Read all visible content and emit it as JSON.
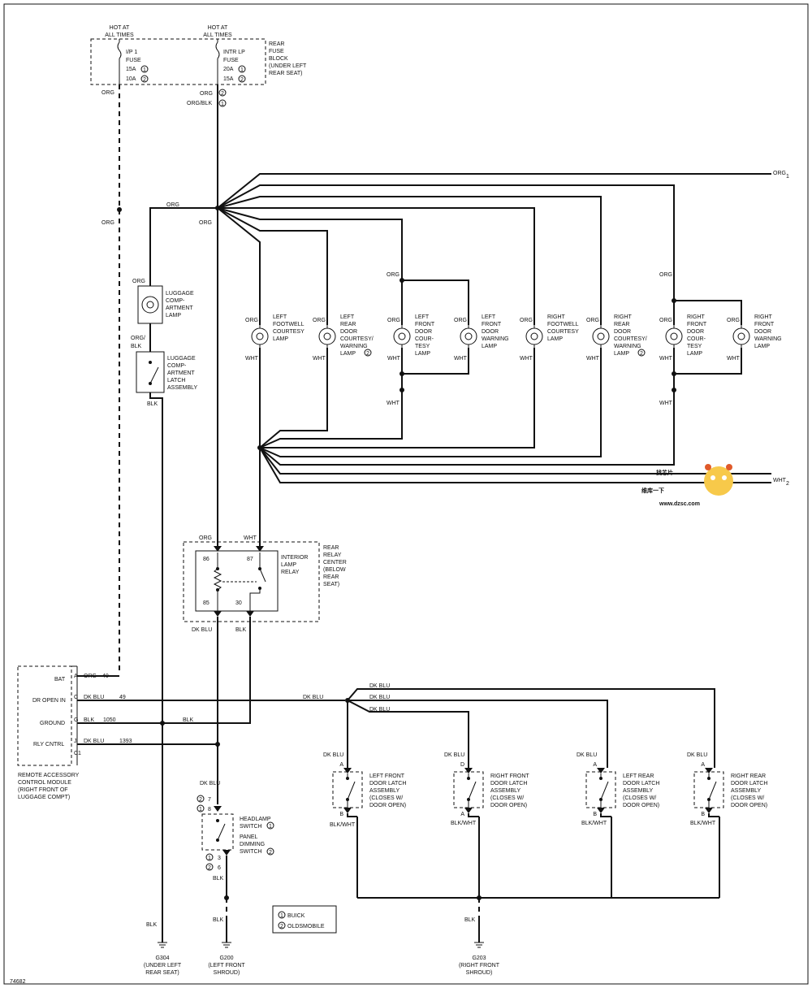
{
  "fuse_block": {
    "hot1": [
      "HOT AT",
      "ALL TIMES"
    ],
    "hot2": [
      "HOT AT",
      "ALL TIMES"
    ],
    "fuse1": [
      "I/P 1",
      "FUSE",
      "15A",
      "10A"
    ],
    "fuse2": [
      "INTR LP",
      "FUSE",
      "20A",
      "15A"
    ],
    "block": [
      "REAR",
      "FUSE",
      "BLOCK",
      "(UNDER LEFT",
      "REAR SEAT)"
    ]
  },
  "wires": {
    "org": "ORG",
    "org_blk": "ORG/BLK",
    "wht": "WHT",
    "blk": "BLK",
    "dk_blu": "DK BLU",
    "blk_wht": "BLK/WHT",
    "org_blk_split": [
      "ORG/",
      "BLK"
    ]
  },
  "refs": {
    "r1": "1",
    "r2": "2"
  },
  "luggage_lamp": [
    "LUGGAGE",
    "COMP-",
    "ARTMENT",
    "LAMP"
  ],
  "luggage_latch": [
    "LUGGAGE",
    "COMP-",
    "ARTMENT",
    "LATCH",
    "ASSEMBLY"
  ],
  "lamps": [
    {
      "label": [
        "LEFT",
        "FOOTWELL",
        "COURTESY",
        "LAMP"
      ]
    },
    {
      "label": [
        "LEFT",
        "REAR",
        "DOOR",
        "COURTESY/",
        "WARNING",
        "LAMP"
      ]
    },
    {
      "label": [
        "LEFT",
        "FRONT",
        "DOOR",
        "COUR-",
        "TESY",
        "LAMP"
      ]
    },
    {
      "label": [
        "LEFT",
        "FRONT",
        "DOOR",
        "WARNING",
        "LAMP"
      ]
    },
    {
      "label": [
        "RIGHT",
        "FOOTWELL",
        "COURTESY",
        "LAMP"
      ]
    },
    {
      "label": [
        "RIGHT",
        "REAR",
        "DOOR",
        "COURTESY/",
        "WARNING",
        "LAMP"
      ]
    },
    {
      "label": [
        "RIGHT",
        "FRONT",
        "DOOR",
        "COUR-",
        "TESY",
        "LAMP"
      ]
    },
    {
      "label": [
        "RIGHT",
        "FRONT",
        "DOOR",
        "WARNING",
        "LAMP"
      ]
    }
  ],
  "relay": {
    "label": [
      "INTERIOR",
      "LAMP",
      "RELAY"
    ],
    "center": [
      "REAR",
      "RELAY",
      "CENTER",
      "(BELOW",
      "REAR",
      "SEAT)"
    ],
    "pins": [
      "86",
      "87",
      "85",
      "30"
    ]
  },
  "module": {
    "pins": [
      {
        "name": "BAT",
        "pin": "A",
        "wire": "ORG",
        "circuit": "40"
      },
      {
        "name": "DR OPEN IN",
        "pin": "C",
        "wire": "DK BLU",
        "circuit": "49"
      },
      {
        "name": "GROUND",
        "pin": "G",
        "wire": "BLK",
        "circuit": "1050"
      },
      {
        "name": "RLY CNTRL",
        "pin": "J",
        "wire": "DK BLU",
        "circuit": "1393"
      }
    ],
    "connector": "C1",
    "label": [
      "REMOTE ACCESSORY",
      "CONTROL MODULE",
      "(RIGHT FRONT OF",
      "LUGGAGE COMPT)"
    ]
  },
  "headlamp": {
    "label1": [
      "HEADLAMP",
      "SWITCH"
    ],
    "label2": [
      "PANEL",
      "DIMMING",
      "SWITCH"
    ],
    "pins": [
      "7",
      "8",
      "3",
      "6"
    ]
  },
  "latches": [
    {
      "label": [
        "LEFT FRONT",
        "DOOR LATCH",
        "ASSEMBLY",
        "(CLOSES W/",
        "DOOR OPEN)"
      ],
      "top": "A",
      "bottom": "B"
    },
    {
      "label": [
        "RIGHT FRONT",
        "DOOR LATCH",
        "ASSEMBLY",
        "(CLOSES W/",
        "DOOR OPEN)"
      ],
      "top": "D",
      "bottom": "A"
    },
    {
      "label": [
        "LEFT REAR",
        "DOOR LATCH",
        "ASSEMBLY",
        "(CLOSES W/",
        "DOOR OPEN)"
      ],
      "top": "A",
      "bottom": "B"
    },
    {
      "label": [
        "RIGHT REAR",
        "DOOR LATCH",
        "ASSEMBLY",
        "(CLOSES W/",
        "DOOR OPEN)"
      ],
      "top": "A",
      "bottom": "B"
    }
  ],
  "grounds": [
    {
      "id": "G304",
      "loc": [
        "(UNDER LEFT",
        "REAR SEAT)"
      ]
    },
    {
      "id": "G200",
      "loc": [
        "(LEFT FRONT",
        "SHROUD)"
      ]
    },
    {
      "id": "G203",
      "loc": [
        "(RIGHT FRONT",
        "SHROUD)"
      ]
    }
  ],
  "legend": {
    "buick": "BUICK",
    "olds": "OLDSMOBILE"
  },
  "off_page": {
    "org": "ORG",
    "org_n": "1",
    "wht": "WHT",
    "wht_n": "2"
  },
  "watermark": {
    "cn": "维库一下",
    "badge": "找芯片",
    "url": "www.dzsc.com"
  },
  "drawing_id": "74682"
}
